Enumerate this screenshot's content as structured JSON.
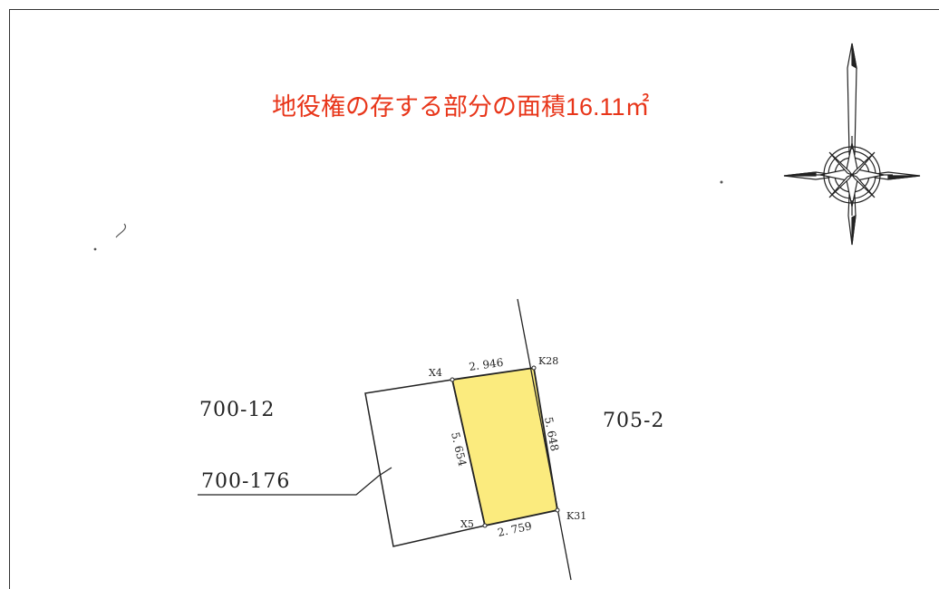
{
  "title": "地役権の存する部分の面積16.11㎡",
  "colors": {
    "title": "#e8361a",
    "easement_fill": "#fbeb7e",
    "line": "#222222"
  },
  "parcels": {
    "west": "700-12",
    "east": "705-2",
    "subject": "700-176"
  },
  "points": {
    "x4": "X4",
    "k28": "K28",
    "k31": "K31",
    "x5": "X5"
  },
  "dimensions": {
    "top": "2. 946",
    "bottom": "2. 759",
    "left": "5. 654",
    "right": "5. 648"
  },
  "icons": {
    "north_arrow": "compass-rose-icon"
  }
}
